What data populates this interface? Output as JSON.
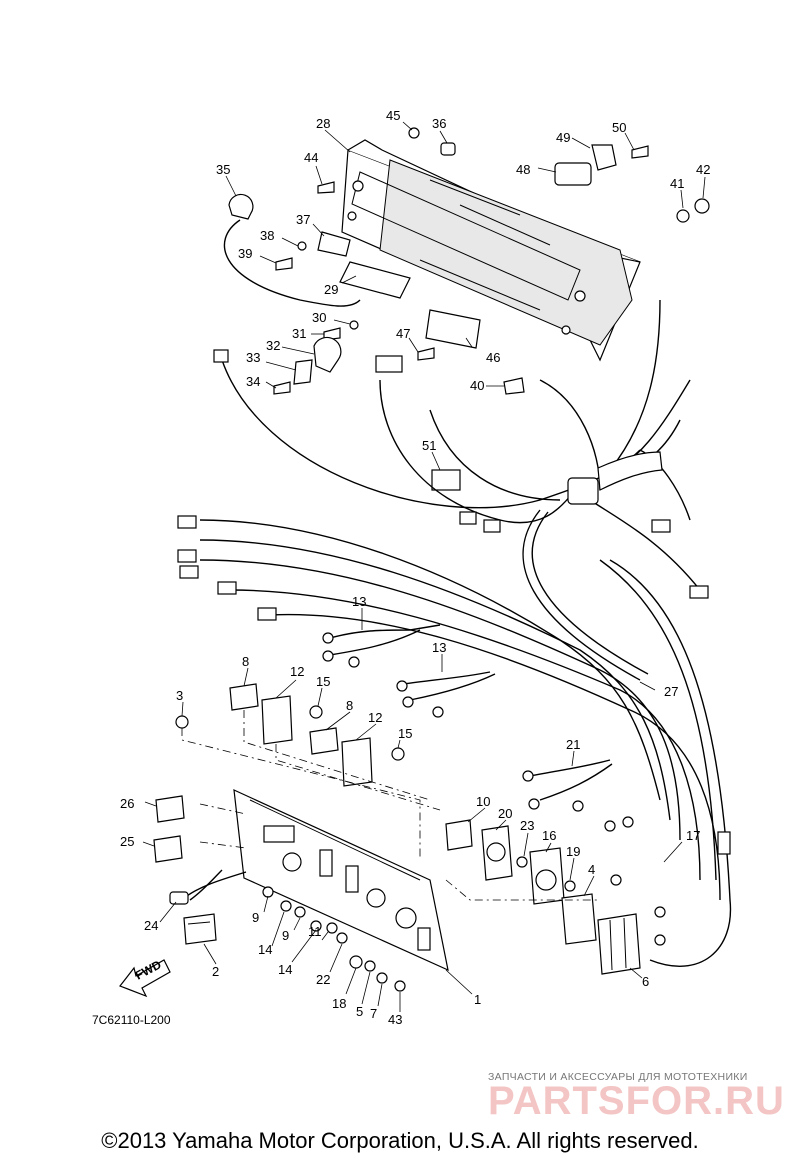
{
  "diagram": {
    "code": "7C62110-L200",
    "fwd_label": "FWD",
    "callouts": [
      "28",
      "45",
      "36",
      "49",
      "50",
      "35",
      "44",
      "48",
      "41",
      "42",
      "37",
      "38",
      "39",
      "29",
      "30",
      "31",
      "47",
      "46",
      "32",
      "33",
      "34",
      "40",
      "51",
      "13",
      "13",
      "8",
      "12",
      "15",
      "3",
      "8",
      "12",
      "15",
      "27",
      "21",
      "26",
      "10",
      "20",
      "23",
      "16",
      "19",
      "4",
      "25",
      "17",
      "24",
      "9",
      "14",
      "9",
      "11",
      "14",
      "22",
      "2",
      "18",
      "5",
      "7",
      "43",
      "1",
      "6"
    ]
  },
  "watermark": {
    "tagline": "ЗАПЧАСТИ И АКСЕССУАРЫ ДЛЯ МОТОТЕХНИКИ",
    "brand": "PARTSFOR.RU"
  },
  "footer": {
    "copyright": "©2013 Yamaha Motor Corporation, U.S.A. All rights reserved."
  }
}
